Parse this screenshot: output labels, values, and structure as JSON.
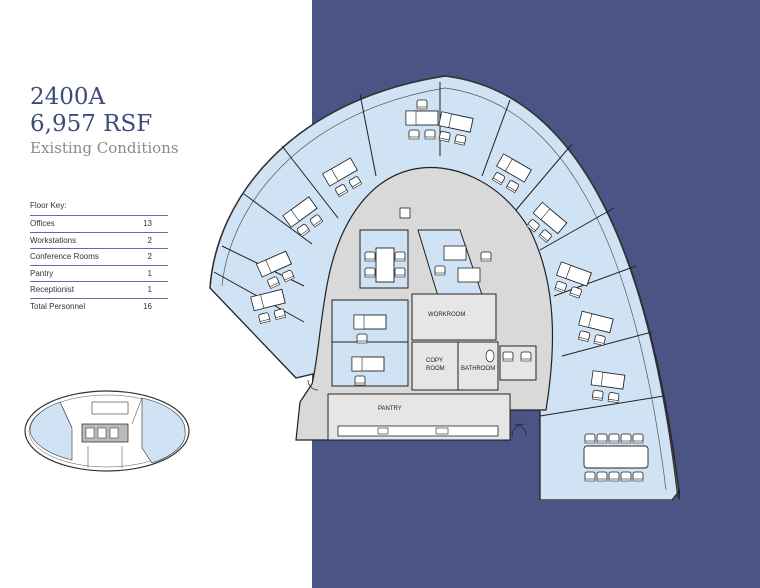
{
  "header": {
    "suite": "2400A",
    "area": "6,957 RSF",
    "subtitle": "Existing Conditions"
  },
  "floor_key": {
    "title": "Floor Key:",
    "rows": [
      {
        "label": "Offices",
        "value": "13"
      },
      {
        "label": "Workstations",
        "value": "2"
      },
      {
        "label": "Conference Rooms",
        "value": "2"
      },
      {
        "label": "Pantry",
        "value": "1"
      },
      {
        "label": "Receptionist",
        "value": "1"
      },
      {
        "label": "Total Personnel",
        "value": "16"
      }
    ]
  },
  "rooms": {
    "workroom": "WORKROOM",
    "copy_room_1": "COPY",
    "copy_room_2": "ROOM",
    "bathroom": "BATHROOM",
    "pantry": "PANTRY"
  },
  "colors": {
    "panel": "#4a5485",
    "office_fill": "#cfe3f5",
    "corridor_fill": "#d9d9d9",
    "title_text": "#3e4a7a",
    "subtitle_text": "#8b8b8b"
  }
}
